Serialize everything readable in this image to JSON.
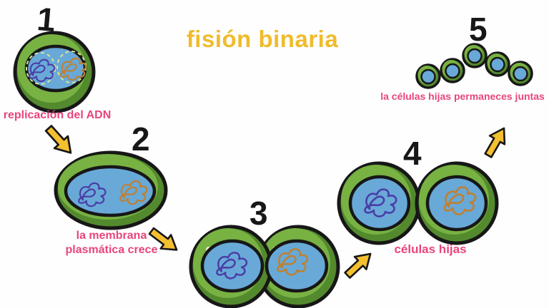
{
  "title": "fisión binaria",
  "colors": {
    "title_yellow": "#f0bb2b",
    "label_pink": "#e8457c",
    "cell_green": "#78b242",
    "cell_green_dark": "#548a2e",
    "cell_blue": "#68a9d8",
    "outline_black": "#171717",
    "dna_purple": "#4b3da6",
    "dna_orange": "#bf8030",
    "dashed_ring": "#d6e39a",
    "arrow_yellow": "#f5c02f"
  },
  "steps": [
    {
      "number": "1",
      "label": "replicación del ADN"
    },
    {
      "number": "2",
      "label": "la membrana plasmática crece"
    },
    {
      "number": "3"
    },
    {
      "number": "4",
      "label": "células hijas"
    },
    {
      "number": "5",
      "label": "la células hijas permaneces juntas"
    }
  ]
}
